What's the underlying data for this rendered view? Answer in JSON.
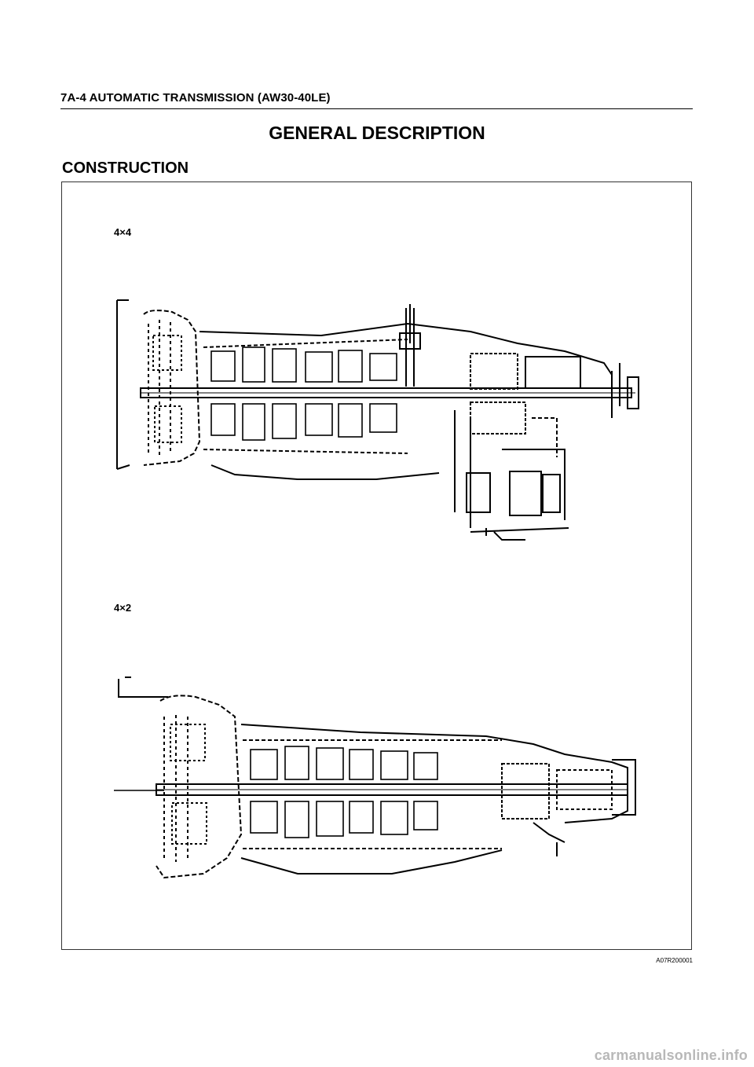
{
  "header": {
    "title": "7A-4  AUTOMATIC TRANSMISSION (AW30-40LE)"
  },
  "section": {
    "title": "GENERAL DESCRIPTION"
  },
  "subsection": {
    "title": "CONSTRUCTION"
  },
  "figure": {
    "view_top_label": "4×4",
    "view_bottom_label": "4×2",
    "code": "A07R200001"
  },
  "watermark": {
    "text": "carmanualsonline.info"
  }
}
